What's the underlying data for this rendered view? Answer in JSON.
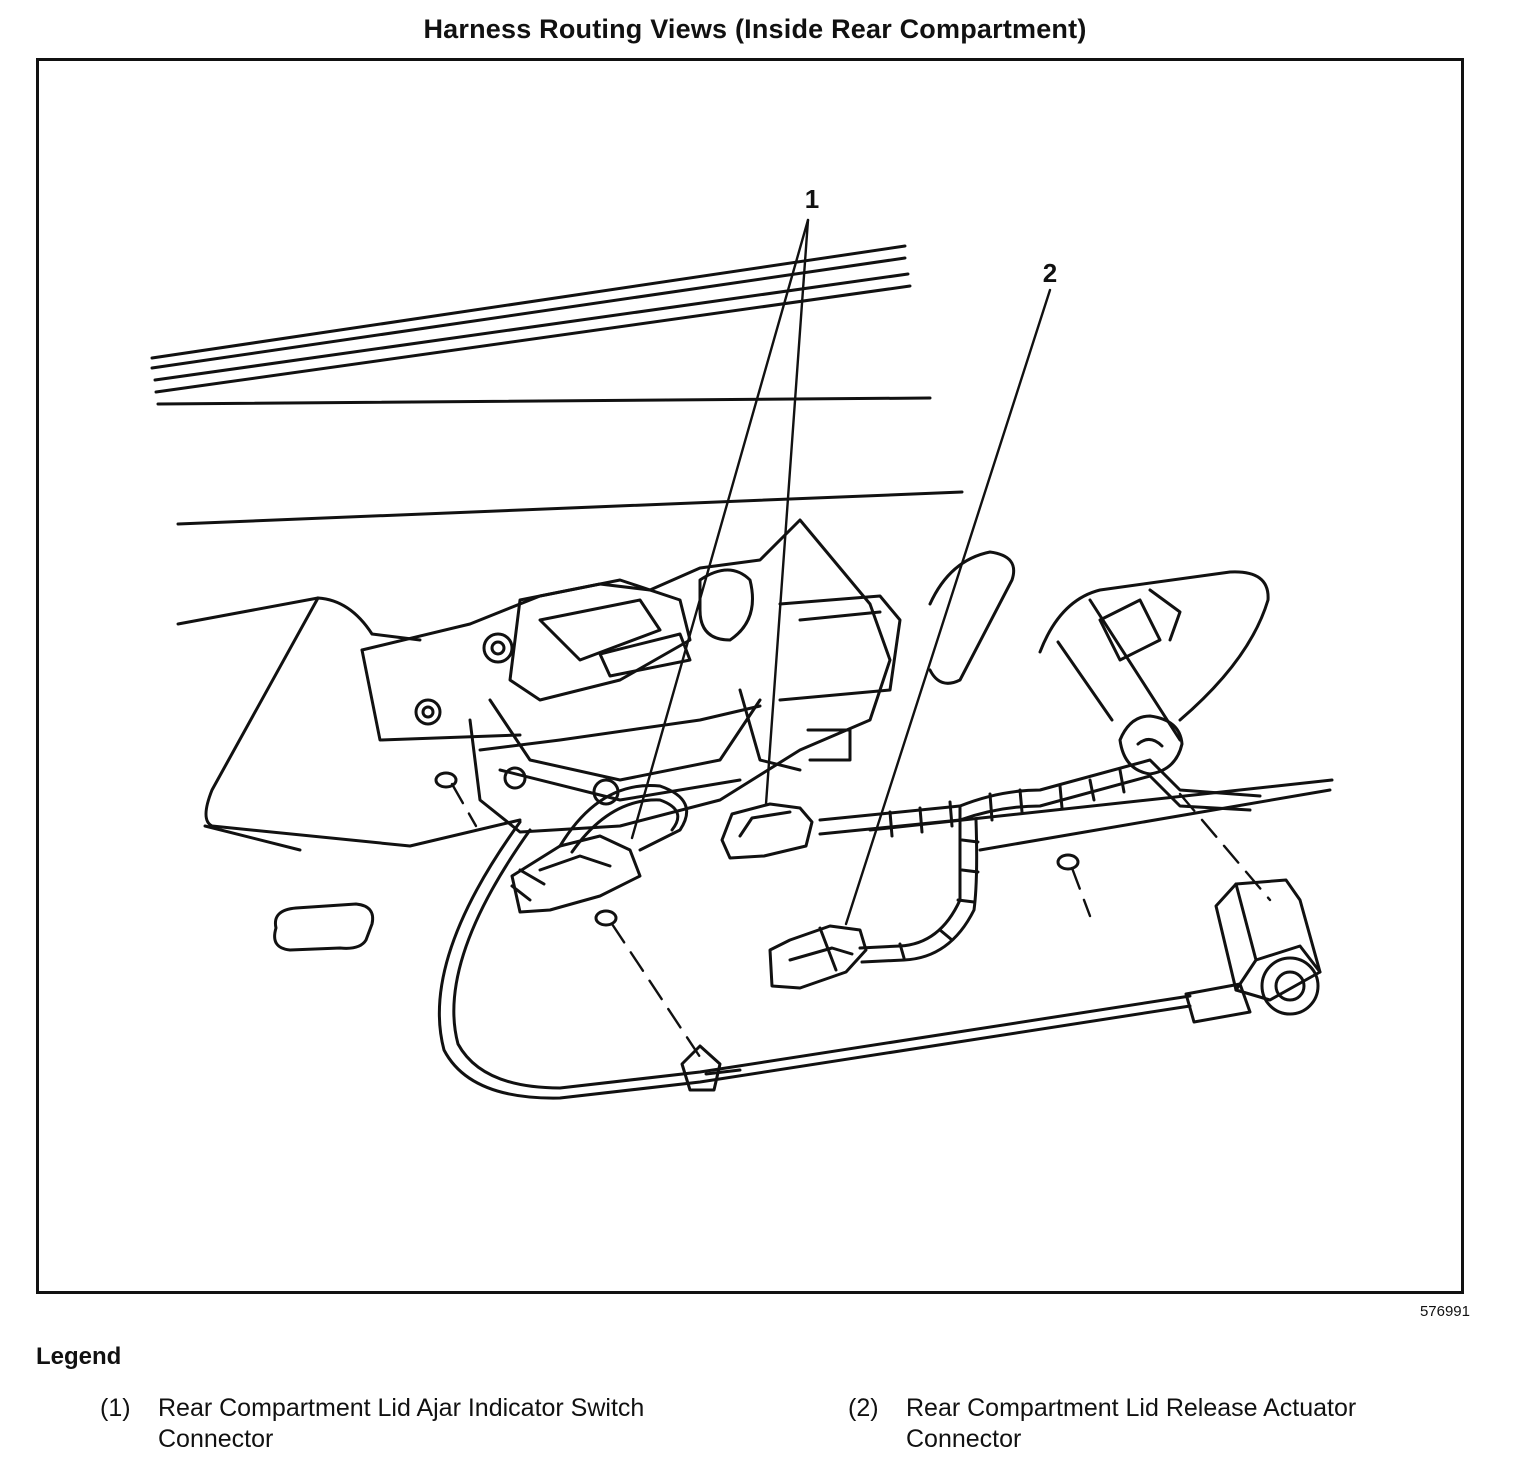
{
  "title": "Harness Routing Views (Inside Rear Compartment)",
  "figure_id": "576991",
  "callouts": {
    "c1": "1",
    "c2": "2"
  },
  "legend": {
    "heading": "Legend",
    "items": [
      {
        "number": "(1)",
        "text": "Rear Compartment Lid Ajar Indicator Switch Connector"
      },
      {
        "number": "(2)",
        "text": "Rear Compartment Lid Release Actuator Connector"
      }
    ]
  }
}
